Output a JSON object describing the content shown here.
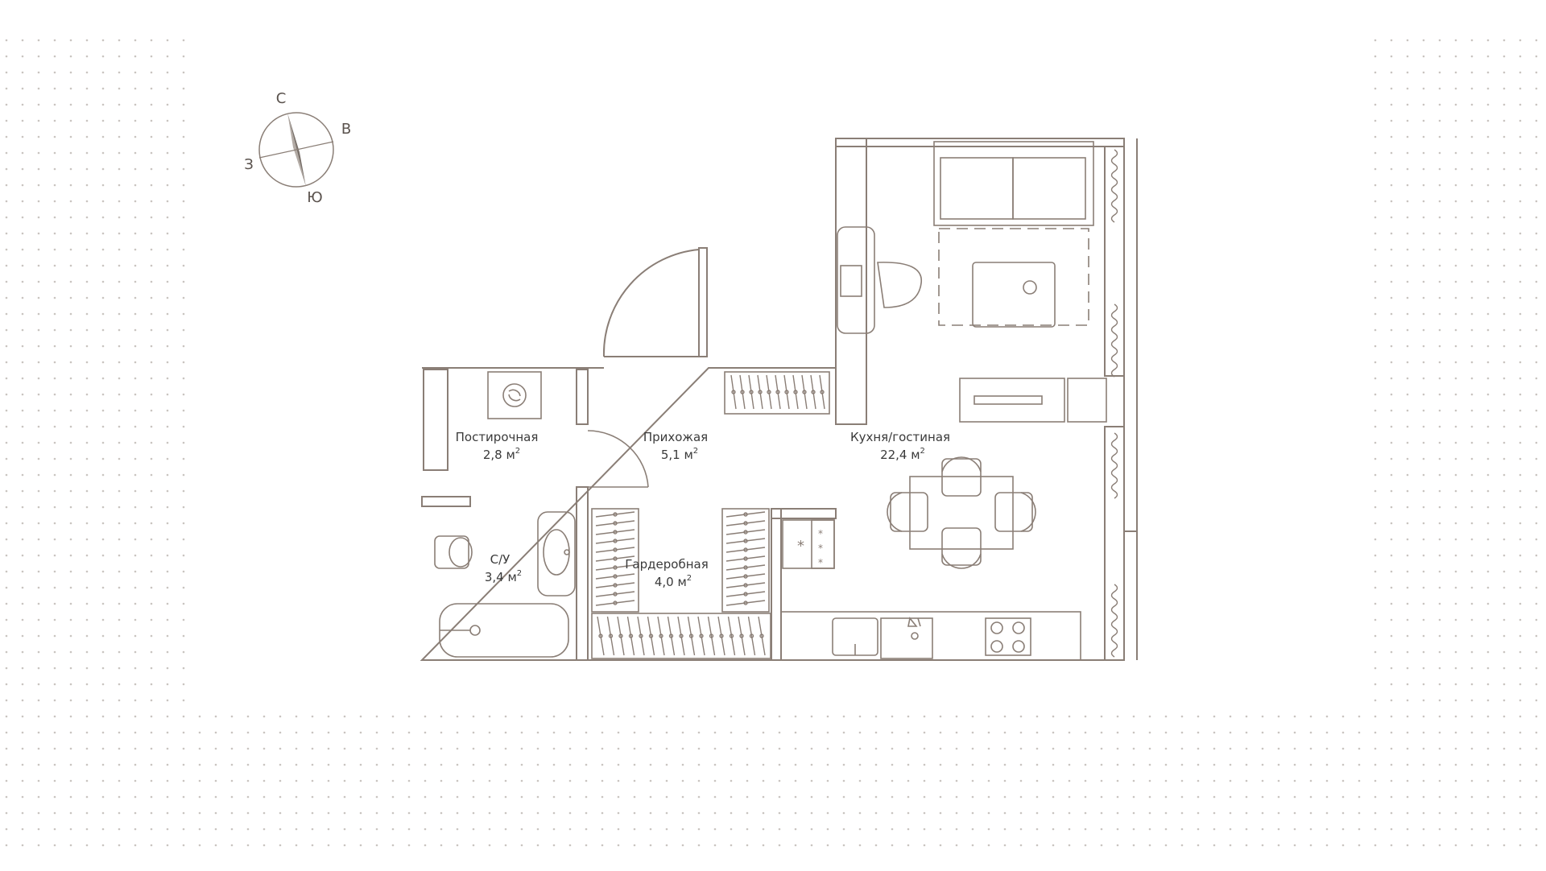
{
  "compass": {
    "north": "С",
    "east": "В",
    "south": "Ю",
    "west": "З"
  },
  "rooms": [
    {
      "id": "laundry",
      "name": "Постирочная",
      "area": "2,8 м"
    },
    {
      "id": "hallway",
      "name": "Прихожая",
      "area": "5,1 м"
    },
    {
      "id": "living",
      "name": "Кухня/гостиная",
      "area": "22,4 м"
    },
    {
      "id": "bathroom",
      "name": "С/У",
      "area": "3,4 м"
    },
    {
      "id": "wardrobe",
      "name": "Гардеробная",
      "area": "4,0 м"
    }
  ],
  "area_unit_superscript": "2",
  "colors": {
    "background": "#ffffff",
    "wall": "#8a7e76",
    "line": "#8a7e76",
    "grid_dot": "#c9c4c0",
    "text": "#3a3a3a"
  }
}
